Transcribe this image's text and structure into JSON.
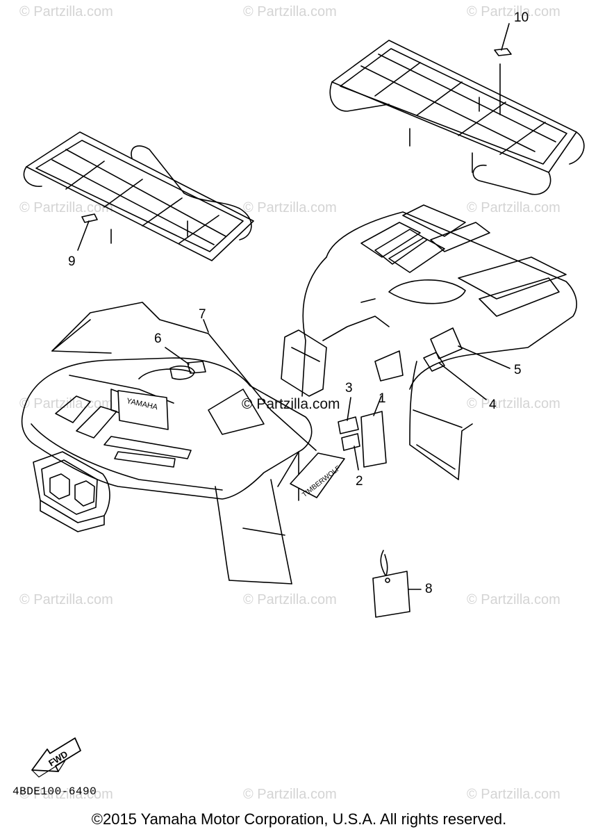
{
  "watermark": "© Partzilla.com",
  "center_watermark": "© Partzilla.com",
  "labels": {
    "fender_brand": "YAMAHA",
    "side_decal": "TIMBERWOLF",
    "fwd": "FWD"
  },
  "callouts": [
    "1",
    "2",
    "3",
    "4",
    "5",
    "6",
    "7",
    "8",
    "9",
    "10"
  ],
  "part_code": "4BDE100-6490",
  "copyright": "©2015 Yamaha Motor Corporation, U.S.A. All rights reserved."
}
